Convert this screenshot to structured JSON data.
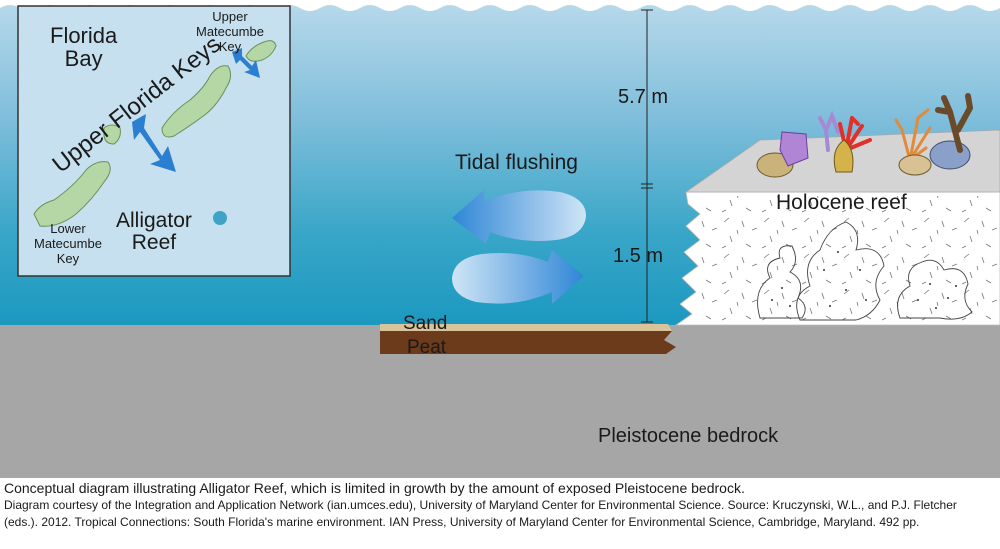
{
  "inset": {
    "florida_bay": "Florida\nBay",
    "upper_keys": "Upper Florida Keys",
    "upper_matecumbe": "Upper\nMatecumbe\nKey",
    "lower_matecumbe": "Lower\nMatecumbe\nKey",
    "alligator_reef": "Alligator\nReef"
  },
  "labels": {
    "tidal_flushing": "Tidal flushing",
    "depth_upper": "5.7 m",
    "depth_lower": "1.5 m",
    "holocene_reef": "Holocene reef",
    "sand": "Sand",
    "peat": "Peat",
    "pleistocene": "Pleistocene bedrock"
  },
  "caption": {
    "line1": "Conceptual diagram illustrating Alligator Reef, which is limited in growth by the amount of exposed Pleistocene bedrock.",
    "line2": "Diagram courtesy of the Integration and Application Network (ian.umces.edu), University of Maryland Center for Environmental Science. Source: Kruczynski, W.L., and P.J. Fletcher (eds.). 2012. Tropical Connections: South Florida's marine environment. IAN Press, University of Maryland Center for Environmental Science, Cambridge, Maryland. 492 pp."
  },
  "colors": {
    "sky_water": "#a7d0e6",
    "deep_water": "#1f9bbf",
    "bedrock": "#a6a6a7",
    "sand": "#d9c39b",
    "peat": "#6b3b1c",
    "island": "#b5d7a5",
    "arrow_blue": "#2b7fd0",
    "reef_site": "#3fa3c8"
  }
}
